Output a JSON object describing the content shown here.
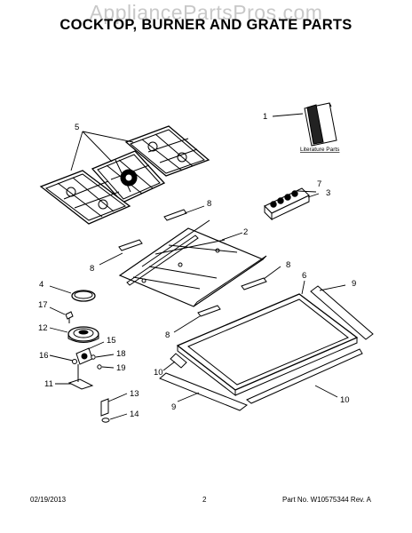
{
  "watermark": "AppliancePartsPros.com",
  "title": "COCKTOP, BURNER AND GRATE PARTS",
  "literature_label": "Literature Parts",
  "callouts": {
    "c1": "1",
    "c2": "2",
    "c3": "3",
    "c4": "4",
    "c5": "5",
    "c6": "6",
    "c7": "7",
    "c8a": "8",
    "c8b": "8",
    "c8c": "8",
    "c8d": "8",
    "c9a": "9",
    "c9b": "9",
    "c10a": "10",
    "c10b": "10",
    "c11": "11",
    "c12": "12",
    "c13": "13",
    "c14": "14",
    "c15": "15",
    "c16": "16",
    "c17": "17",
    "c18": "18",
    "c19": "19"
  },
  "footer": {
    "date": "02/19/2013",
    "page": "2",
    "part_number": "Part No.  W10575344  Rev. A"
  }
}
